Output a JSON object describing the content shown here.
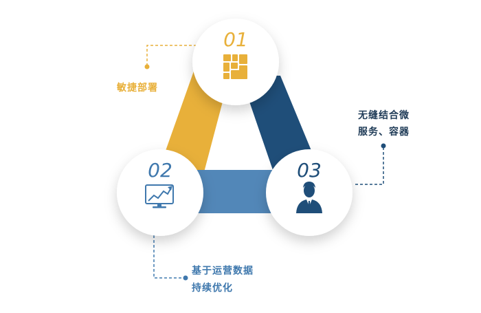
{
  "colors": {
    "gold": "#e8b03a",
    "navy": "#1f4e79",
    "steel": "#3f7ab0",
    "text_dark": "#1f3b57",
    "text_blue": "#3f78ad",
    "icon_gray": "#5b5f66"
  },
  "nodes": [
    {
      "number": "01",
      "icon": "squares-grid-icon",
      "color": "#e8b03a"
    },
    {
      "number": "02",
      "icon": "trend-monitor-icon",
      "color": "#3f78ad"
    },
    {
      "number": "03",
      "icon": "businessman-icon",
      "color": "#1f4e79"
    }
  ],
  "labels": {
    "top_left": "敏捷部署",
    "right_line1": "无缝结合微",
    "right_line2": "服务、容器",
    "bottom_line1": "基于运营数据",
    "bottom_line2": "持续优化"
  }
}
